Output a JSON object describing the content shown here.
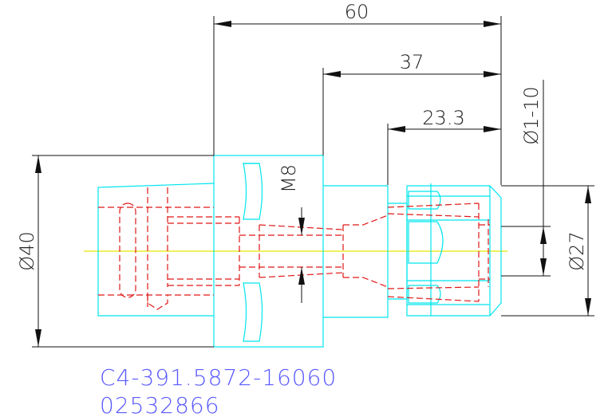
{
  "drawing": {
    "dimensions": {
      "overall_length": "60",
      "length_37": "37",
      "length_23_3": "23.3",
      "diameter_40": "Ø40",
      "diameter_27": "Ø27",
      "clamping_range": "Ø1-10",
      "thread": "M8"
    },
    "part_number": "C4-391.5872-16060",
    "order_number": "02532866"
  },
  "colors": {
    "outline": "#00e5ee",
    "hidden": "#e01818",
    "centerline": "#e8e800",
    "dimension": "#111111",
    "code": "#5a5aff"
  }
}
